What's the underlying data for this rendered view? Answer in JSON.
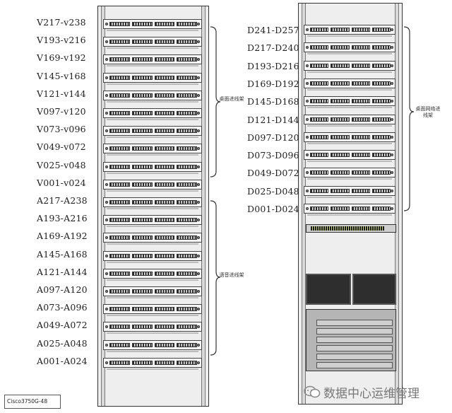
{
  "left_rack": {
    "labels": [
      "V217-v238",
      "V193-v216",
      "V169-v192",
      "V145-v168",
      "V121-v144",
      "V097-v120",
      "V073-v096",
      "V049-v072",
      "V025-v048",
      "V001-v024",
      "A217-A238",
      "A193-A216",
      "A169-A192",
      "A145-A168",
      "A121-A144",
      "A097-A120",
      "A073-A096",
      "A049-A072",
      "A025-A048",
      "A001-A024"
    ],
    "video_brace_text": "桌面进线架",
    "voice_brace_text": "语音进线架"
  },
  "right_rack": {
    "labels": [
      "D241-D257",
      "D217-D240",
      "D193-D216",
      "D169-D192",
      "D145-D168",
      "D121-D144",
      "D097-D120",
      "D073-D096",
      "D049-D072",
      "D025-D048",
      "D001-D024"
    ],
    "brace_text": "桌面网络进线架"
  },
  "legend": {
    "text": "Cisco3750G-48"
  },
  "watermark": {
    "text": "数据中心运维管理",
    "icon": "wechat-icon"
  }
}
